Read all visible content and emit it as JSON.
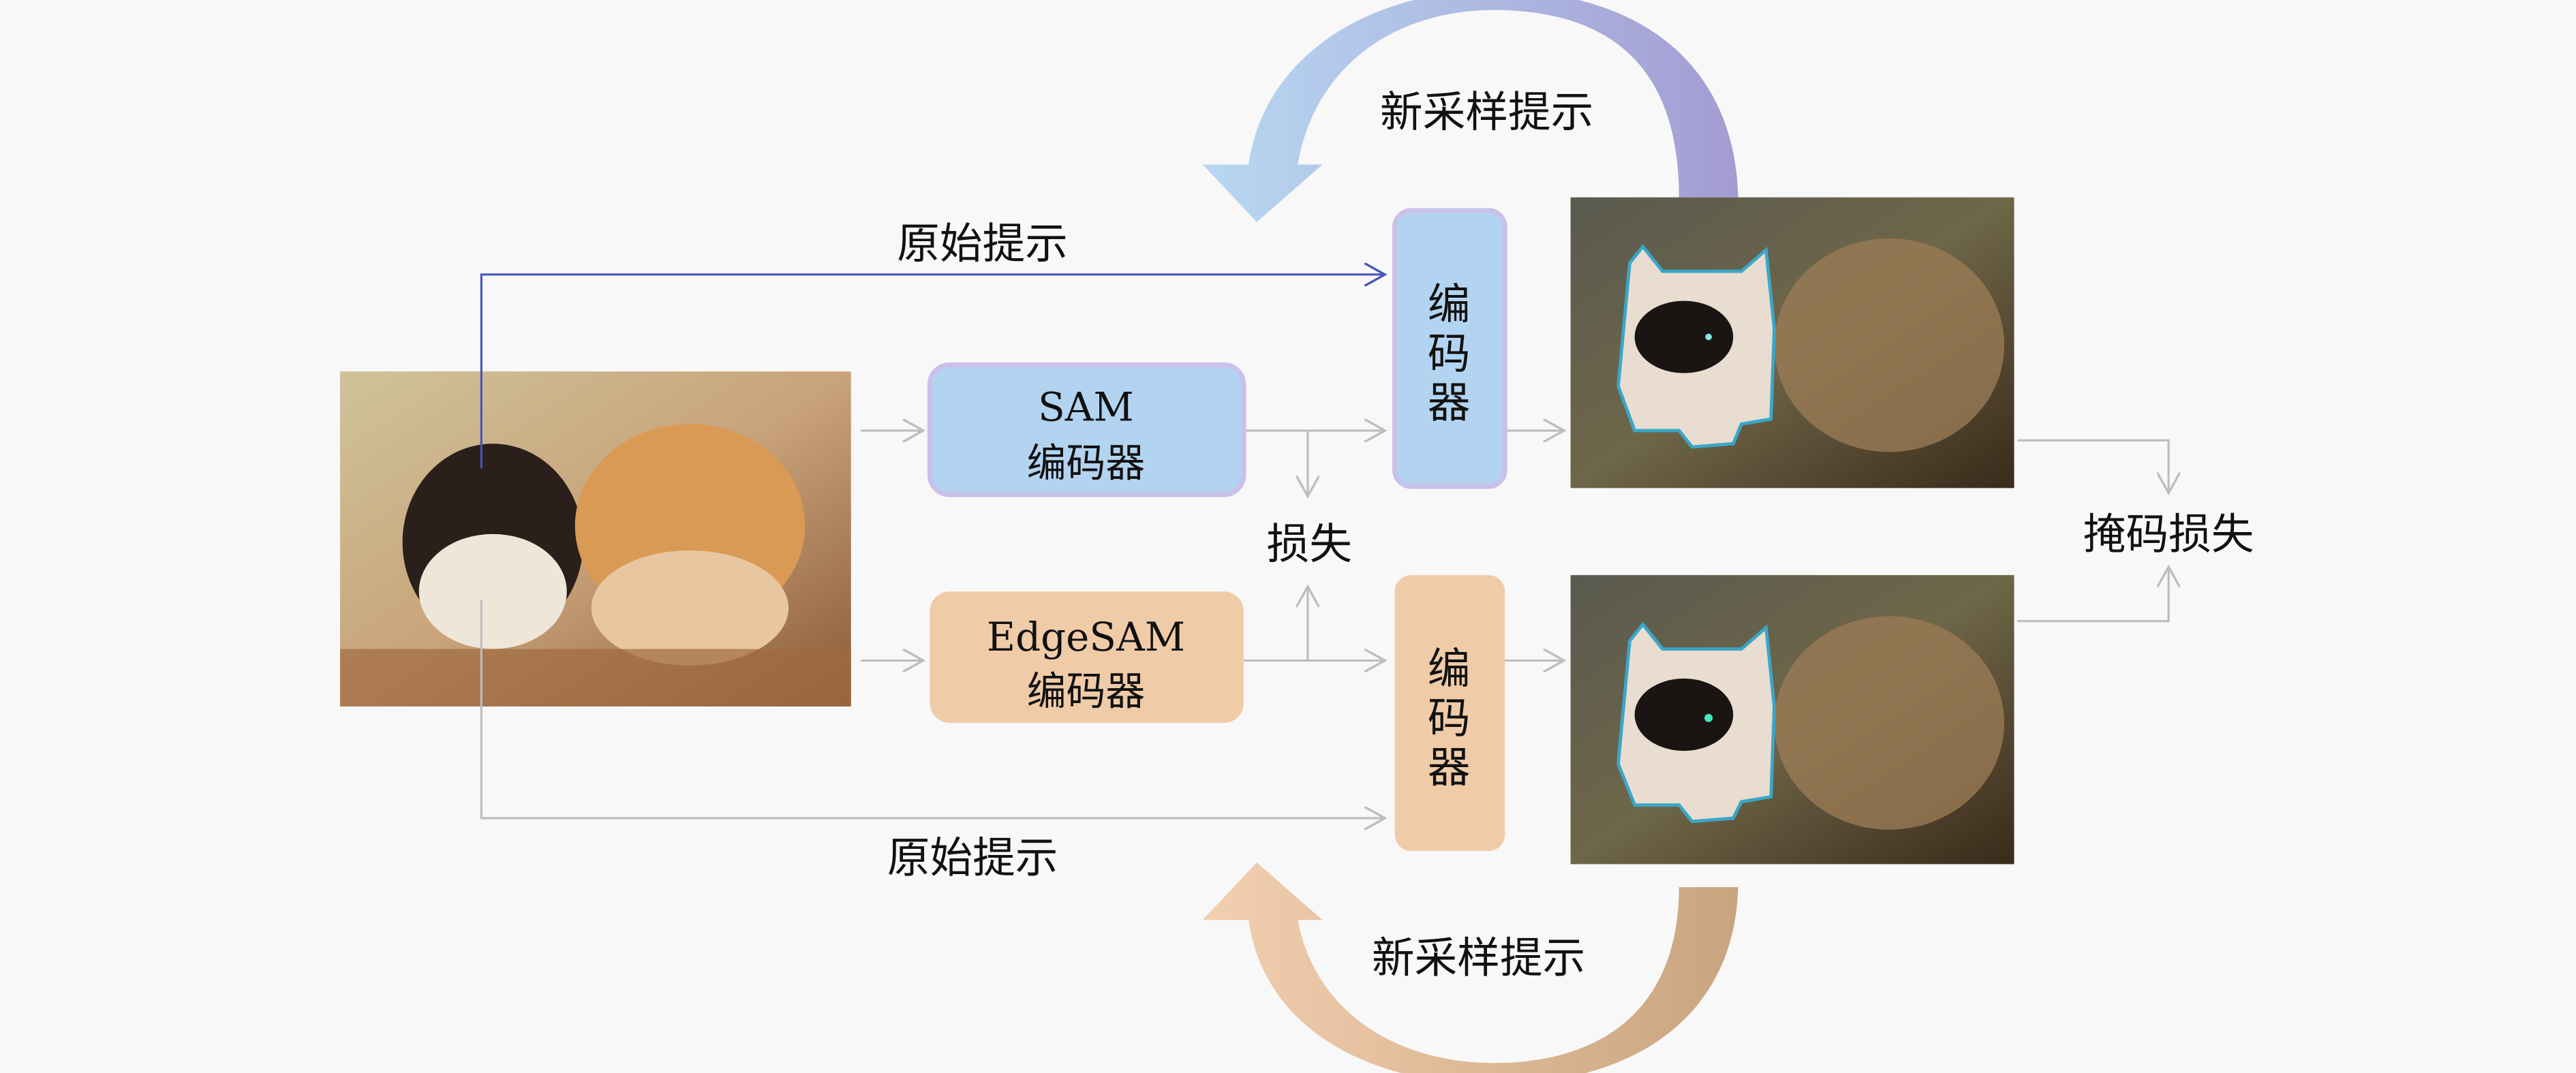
{
  "labels": {
    "original_prompt_top": "原始提示",
    "original_prompt_bottom": "原始提示",
    "resample_prompt_top": "新采样提示",
    "resample_prompt_bottom": "新采样提示",
    "loss": "损失",
    "mask_loss": "掩码损失"
  },
  "sam_encoder": {
    "line1": "SAM",
    "line2": "编码器"
  },
  "edgesam_encoder": {
    "line1": "EdgeSAM",
    "line2": "编码器"
  },
  "decoder_top": {
    "c1": "编",
    "c2": "码",
    "c3": "器"
  },
  "decoder_bottom": {
    "c1": "编",
    "c2": "码",
    "c3": "器"
  },
  "colors": {
    "sam_blue": "#b3d4f0",
    "sam_border": "#c9c1ea",
    "edge_peach": "#f0cba8",
    "prompt_line": "#4a55b8",
    "arrow_gray": "#bdbdbd",
    "arc_top": "#aaa8d8",
    "arc_bottom": "#dfb893"
  }
}
